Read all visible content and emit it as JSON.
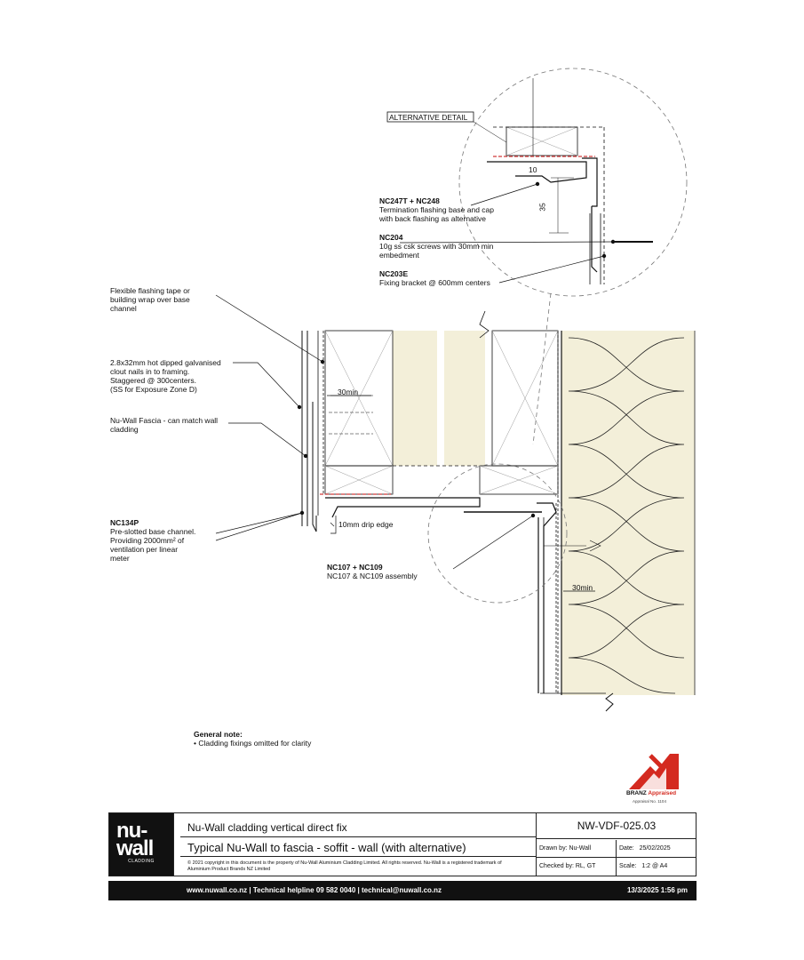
{
  "annotations": {
    "alternative_detail": "ALTERNATIVE DETAIL",
    "nc247_code": "NC247T + NC248",
    "nc247_desc": "Termination flashing base and cap\nwith back flashing as alternative",
    "nc204_code": "NC204",
    "nc204_desc": "10g ss csk screws with 30mm min\nembedment",
    "nc203_code": "NC203E",
    "nc203_desc": "Fixing bracket @ 600mm centers",
    "flexible_flashing": "Flexible flashing tape or\nbuilding wrap over base\nchannel",
    "clout_nails": "2.8x32mm hot dipped galvanised\nclout nails in to framing.\nStaggered @ 300centers.\n(SS for Exposure Zone D)",
    "fascia": "Nu-Wall Fascia - can match wall\ncladding",
    "nc134_code": "NC134P",
    "nc134_desc": "Pre-slotted base channel.\nProviding 2000mm² of\nventilation per linear\nmeter",
    "nc107_code": "NC107 + NC109",
    "nc107_desc": "NC107 & NC109 assembly",
    "dim_10": "10",
    "dim_35": "35",
    "dim_30min_a": "30min",
    "dim_30min_b": "30min",
    "drip_edge": "10mm drip edge",
    "general_note_title": "General note:",
    "general_note_body": "• Cladding fixings omitted for clarity"
  },
  "title_block": {
    "logo_text": "nu-\nwall",
    "logo_sub": "CLADDING",
    "project_title": "Nu-Wall cladding vertical direct fix",
    "drawing_title": "Typical Nu-Wall to fascia - soffit - wall (with alternative)",
    "copyright": "© 2021 copyright in this document is the property of Nu-Wall Aluminium Cladding Limited. All rights reserved. Nu-Wall is a registered trademark of Aluminium Product Brands NZ Limited",
    "drawing_number": "NW-VDF-025.03",
    "drawn_by": "Drawn by: Nu-Wall",
    "date_label": "Date:",
    "date_value": "25/02/2025",
    "checked_by": "Checked by: RL, GT",
    "scale_label": "Scale:",
    "scale_value": "1:2 @ A4"
  },
  "footer": {
    "contact": "www.nuwall.co.nz  |  Technical helpline 09 582 0040  |  technical@nuwall.co.nz",
    "timestamp": "13/3/2025 1:56 pm"
  },
  "branz": {
    "appraised_prefix": "BRANZ",
    "appraised_word": "Appraised",
    "sub": "Appraisal No. 1104"
  },
  "colors": {
    "insulation_fill": "#f3efd9",
    "branz_red": "#d42a20",
    "ink": "#111111",
    "flashing_red": "#d03a3a"
  }
}
